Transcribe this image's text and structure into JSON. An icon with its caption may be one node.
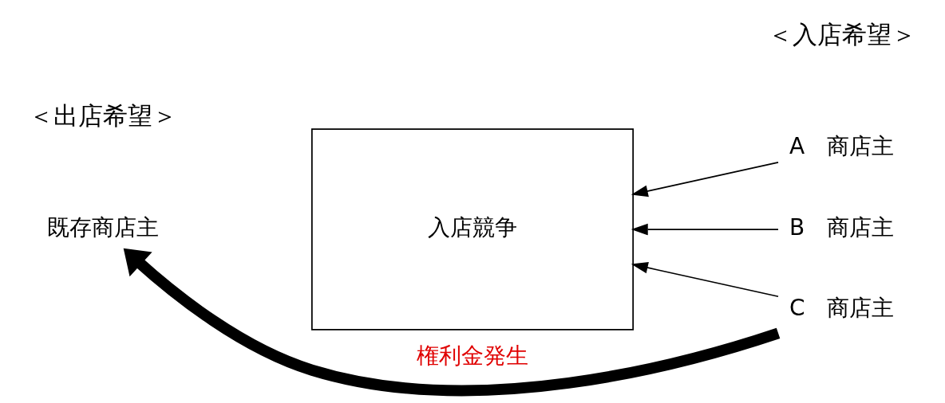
{
  "diagram": {
    "nodes": [
      {
        "text": [
          "既存商店主"
        ]
      },
      {
        "text": [
          "入店競争"
        ]
      },
      {
        "text": [
          "A　商店主"
        ]
      },
      {
        "text": [
          "B　商店主"
        ]
      },
      {
        "text": [
          "C　商店主"
        ]
      }
    ],
    "edges": [
      {
        "from": 2,
        "to": 1,
        "arrow": "to"
      },
      {
        "from": 3,
        "to": 1,
        "arrow": "to"
      },
      {
        "from": 4,
        "to": 1,
        "arrow": "to"
      },
      {
        "from": 4,
        "to": 0,
        "arrow": "to",
        "label": "権利金発生",
        "style": "thick"
      }
    ],
    "labels": [
      "＜出店希望＞",
      "＜入店希望＞"
    ]
  }
}
